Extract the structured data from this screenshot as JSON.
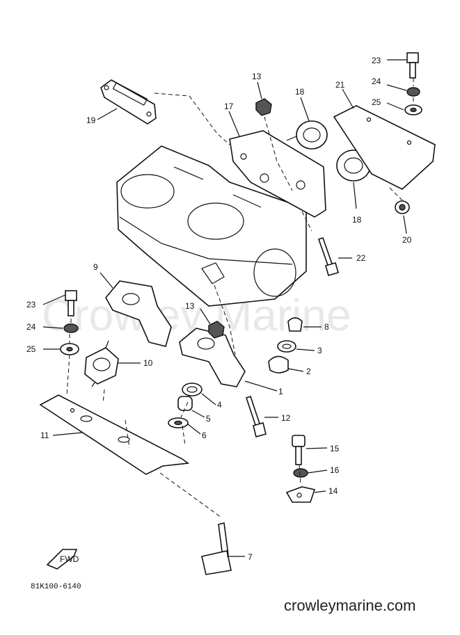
{
  "watermark": "Crowley Marine",
  "footer_site": "crowleymarine.com",
  "figure_code": "81K100-6140",
  "fwd_label": "FWD",
  "callouts": {
    "c1": "1",
    "c2": "2",
    "c3": "3",
    "c4": "4",
    "c5": "5",
    "c6": "6",
    "c7": "7",
    "c8": "8",
    "c9": "9",
    "c10": "10",
    "c11": "11",
    "c12": "12",
    "c13a": "13",
    "c13b": "13",
    "c14": "14",
    "c15": "15",
    "c16": "16",
    "c17": "17",
    "c18a": "18",
    "c18b": "18",
    "c19": "19",
    "c20": "20",
    "c21": "21",
    "c22": "22",
    "c23a": "23",
    "c23b": "23",
    "c24a": "24",
    "c24b": "24",
    "c25a": "25",
    "c25b": "25"
  }
}
